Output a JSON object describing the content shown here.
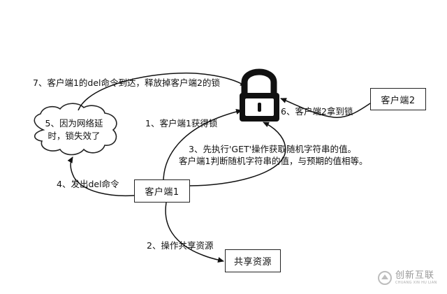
{
  "nodes": {
    "client1": "客户端1",
    "client2": "客户端2",
    "shared_resource": "共享资源",
    "cloud_line1": "5、因为网络延",
    "cloud_line2": "时，锁失效了"
  },
  "edges": {
    "step1": "1、客户端1获得锁",
    "step2": "2、操作共享资源",
    "step3_line1": "3、先执行'GET'操作获取随机字符串的值。",
    "step3_line2": "客户端1判断随机字符串的值，与预期的值相等。",
    "step4": "4、发出del命令",
    "step6": "6、客户端2拿到锁",
    "step7": "7、客户端1的del命令到达，释放掉客户端2的锁"
  },
  "icons": {
    "lock": "padlock-icon",
    "cloud": "cloud-shape"
  },
  "watermark": {
    "brand": "创新互联",
    "sub": "CHUANG XIN HU LIAN"
  }
}
